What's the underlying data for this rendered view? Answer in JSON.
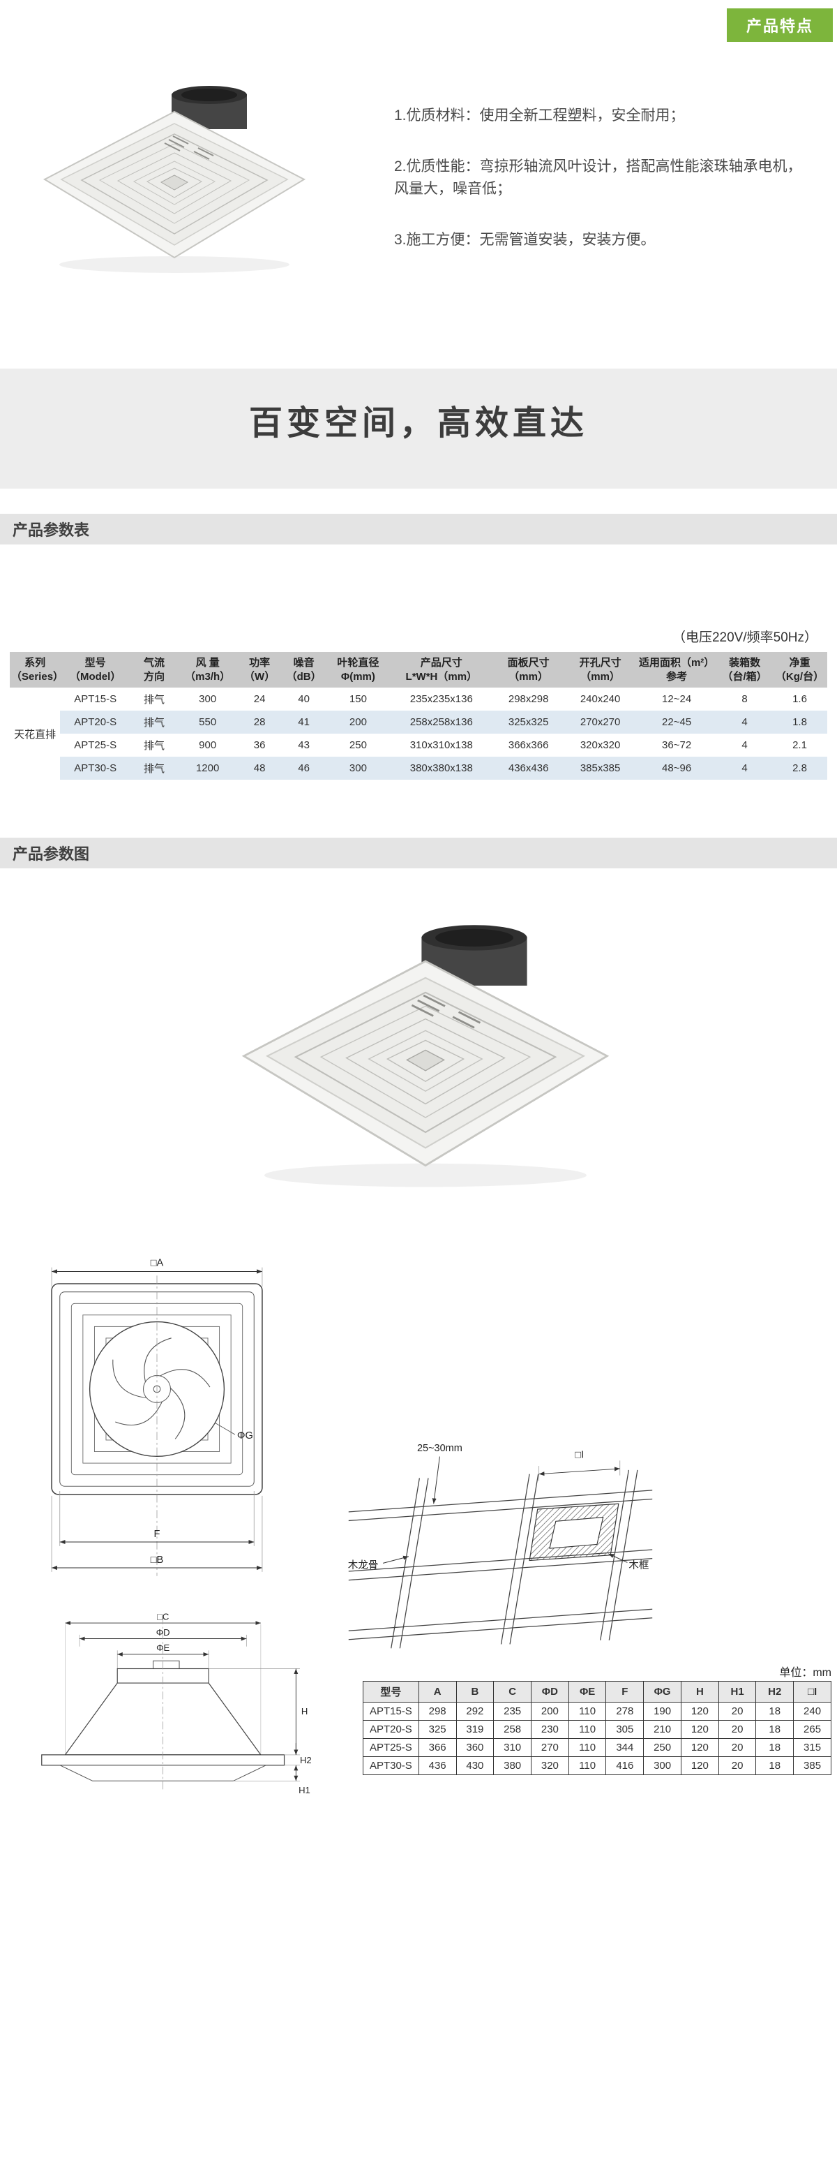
{
  "header": {
    "badge": "产品特点"
  },
  "features": {
    "items": [
      "1.优质材料：使用全新工程塑料，安全耐用；",
      "2.优质性能：弯掠形轴流风叶设计，搭配高性能滚珠轴承电机，风量大，噪音低；",
      "3.施工方便：无需管道安装，安装方便。"
    ]
  },
  "banner": {
    "title": "百变空间，高效直达"
  },
  "params_section": {
    "title": "产品参数表",
    "note": "（电压220V/频率50Hz）",
    "series": "天花直排",
    "headers": [
      "系列\n（Series）",
      "型号\n（Model）",
      "气流\n方向",
      "风 量\n（m3/h）",
      "功率\n（W）",
      "噪音\n（dB）",
      "叶轮直径\nΦ(mm)",
      "产品尺寸\nL*W*H（mm）",
      "面板尺寸\n（mm）",
      "开孔尺寸\n（mm）",
      "适用面积（m²）\n参考",
      "装箱数\n（台/箱）",
      "净重\n（Kg/台）"
    ],
    "rows": [
      [
        "APT15-S",
        "排气",
        "300",
        "24",
        "40",
        "150",
        "235x235x136",
        "298x298",
        "240x240",
        "12~24",
        "8",
        "1.6"
      ],
      [
        "APT20-S",
        "排气",
        "550",
        "28",
        "41",
        "200",
        "258x258x136",
        "325x325",
        "270x270",
        "22~45",
        "4",
        "1.8"
      ],
      [
        "APT25-S",
        "排气",
        "900",
        "36",
        "43",
        "250",
        "310x310x138",
        "366x366",
        "320x320",
        "36~72",
        "4",
        "2.1"
      ],
      [
        "APT30-S",
        "排气",
        "1200",
        "48",
        "46",
        "300",
        "380x380x138",
        "436x436",
        "385x385",
        "48~96",
        "4",
        "2.8"
      ]
    ]
  },
  "diagram_section": {
    "title": "产品参数图",
    "unit_label": "单位：mm",
    "labels": {
      "dim_a": "□A",
      "dim_b": "□B",
      "dim_f": "F",
      "dim_g": "ΦG",
      "dim_c": "□C",
      "dim_d": "ΦD",
      "dim_e": "ΦE",
      "dim_h": "H",
      "dim_h1": "H1",
      "dim_h2": "H2",
      "gap": "25~30mm",
      "dim_i": "□I",
      "joist": "木龙骨",
      "frame": "木框"
    },
    "dim_table": {
      "headers": [
        "型号",
        "A",
        "B",
        "C",
        "ΦD",
        "ΦE",
        "F",
        "ΦG",
        "H",
        "H1",
        "H2",
        "□I"
      ],
      "rows": [
        [
          "APT15-S",
          "298",
          "292",
          "235",
          "200",
          "110",
          "278",
          "190",
          "120",
          "20",
          "18",
          "240"
        ],
        [
          "APT20-S",
          "325",
          "319",
          "258",
          "230",
          "110",
          "305",
          "210",
          "120",
          "20",
          "18",
          "265"
        ],
        [
          "APT25-S",
          "366",
          "360",
          "310",
          "270",
          "110",
          "344",
          "250",
          "120",
          "20",
          "18",
          "315"
        ],
        [
          "APT30-S",
          "436",
          "430",
          "380",
          "320",
          "110",
          "416",
          "300",
          "120",
          "20",
          "18",
          "385"
        ]
      ]
    }
  },
  "colors": {
    "badge_green": "#7db53c",
    "row_shade": "#dfe9f2",
    "section_bar": "#e4e4e4"
  }
}
